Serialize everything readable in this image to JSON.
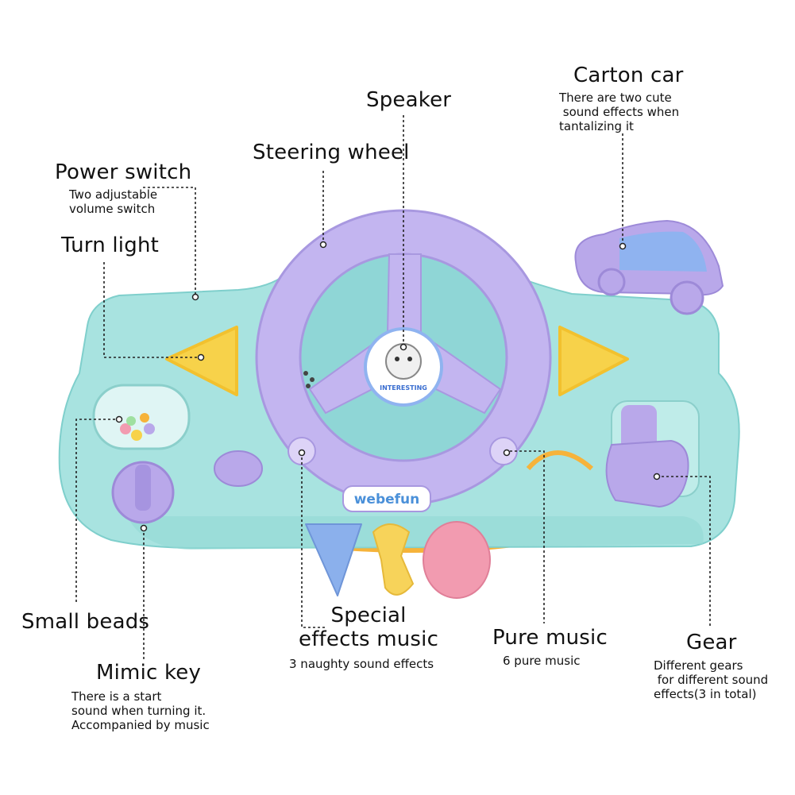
{
  "toy": {
    "brand_logo": "webefun",
    "speaker_badge": "INTERESTING"
  },
  "callouts": {
    "carton_car": {
      "title": "Carton car",
      "desc": "There are two cute\n sound effects when\ntantalizing it"
    },
    "speaker": {
      "title": "Speaker"
    },
    "steering_wheel": {
      "title": "Steering wheel"
    },
    "power_switch": {
      "title": "Power switch",
      "desc": "Two adjustable\nvolume switch"
    },
    "turn_light": {
      "title": "Turn light"
    },
    "small_beads": {
      "title": "Small beads"
    },
    "mimic_key": {
      "title": "Mimic key",
      "desc": "There is a start\nsound when turning it.\nAccompanied by music"
    },
    "special_effects": {
      "title": "Special\neffects music",
      "desc": "3 naughty sound effects"
    },
    "pure_music": {
      "title": "Pure music",
      "desc": "6 pure music"
    },
    "gear": {
      "title": "Gear",
      "desc": "Different gears\n for different sound\neffects(3 in total)"
    }
  },
  "colors": {
    "body_teal": "#a8e3e0",
    "body_shadow": "#7fcfcc",
    "lavender": "#b9a8ea",
    "lavender_dark": "#9d8ad8",
    "light_yellow": "#f7d24a",
    "key_blue": "#8bb0ec",
    "key_yellow": "#f7d35a",
    "key_pink": "#f29bb0",
    "ring_orange": "#f6b33a"
  }
}
